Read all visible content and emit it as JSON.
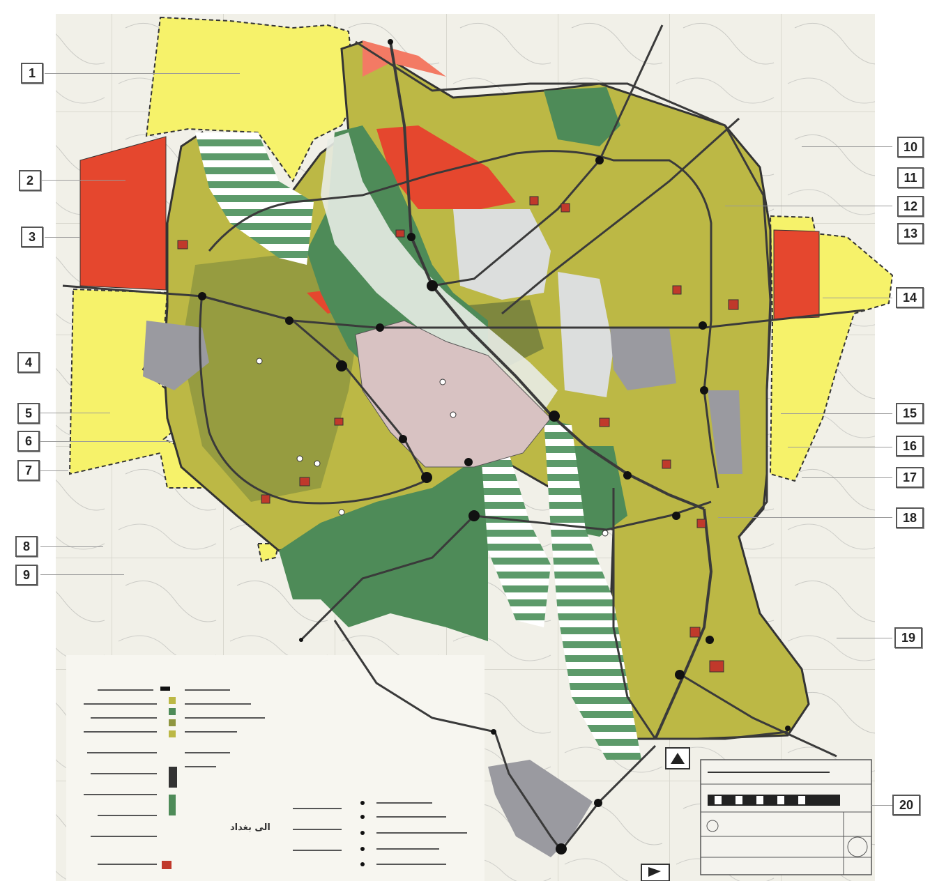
{
  "map": {
    "colors": {
      "paper": "#f2f1ea",
      "residential": "#bcb845",
      "residential_dark": "#8f9640",
      "green_zone": "#4e8b58",
      "green_band": "#6aa479",
      "expansion": "#f6f26a",
      "industrial_red": "#e5472e",
      "grey_zone": "#9a9aa0",
      "core_pink": "#d8c2c2",
      "road": "#3a3a3a"
    },
    "callouts": [
      {
        "id": "1",
        "label": "1"
      },
      {
        "id": "2",
        "label": "2"
      },
      {
        "id": "3",
        "label": "3"
      },
      {
        "id": "4",
        "label": "4"
      },
      {
        "id": "5",
        "label": "5"
      },
      {
        "id": "6",
        "label": "6"
      },
      {
        "id": "7",
        "label": "7"
      },
      {
        "id": "8",
        "label": "8"
      },
      {
        "id": "9",
        "label": "9"
      },
      {
        "id": "10",
        "label": "10"
      },
      {
        "id": "11",
        "label": "11"
      },
      {
        "id": "12",
        "label": "12"
      },
      {
        "id": "13",
        "label": "13"
      },
      {
        "id": "14",
        "label": "14"
      },
      {
        "id": "15",
        "label": "15"
      },
      {
        "id": "16",
        "label": "16"
      },
      {
        "id": "17",
        "label": "17"
      },
      {
        "id": "18",
        "label": "18"
      },
      {
        "id": "19",
        "label": "19"
      },
      {
        "id": "20",
        "label": "20"
      }
    ],
    "legend_heading": "الی بغداد",
    "north_arrow_icon": "north-arrow-icon",
    "corner_icon": "direction-arrow-icon"
  }
}
